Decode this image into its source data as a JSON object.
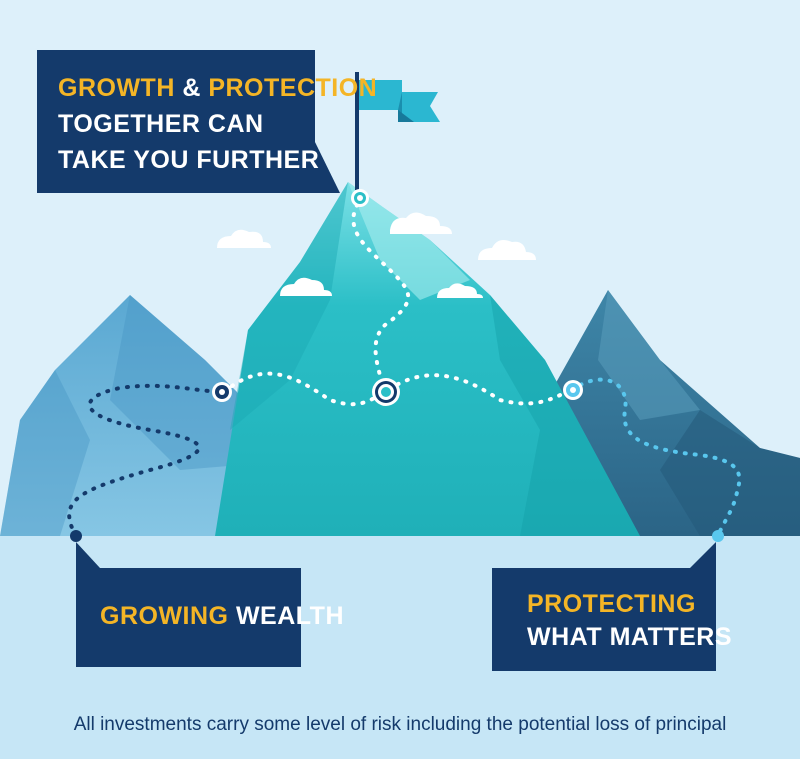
{
  "headline": {
    "word1": "GROWTH",
    "amp": " & ",
    "word2": "PROTECTION",
    "line2": "TOGETHER CAN",
    "line3": "TAKE YOU FURTHER"
  },
  "left_label": {
    "highlight": "GROWING",
    "rest": " WEALTH"
  },
  "right_label": {
    "highlight": "PROTECTING",
    "line2": "WHAT MATTERS"
  },
  "disclaimer": "All investments carry some level of risk including the potential loss of principal",
  "colors": {
    "navy": "#143a6b",
    "gold": "#f4b526",
    "sky": "#ddf0fa",
    "teal_peak": "#2bbfc7",
    "flag": "#2bb7d1"
  },
  "icons": [
    "flag-icon",
    "cloud-icon",
    "trail-marker-icon"
  ]
}
